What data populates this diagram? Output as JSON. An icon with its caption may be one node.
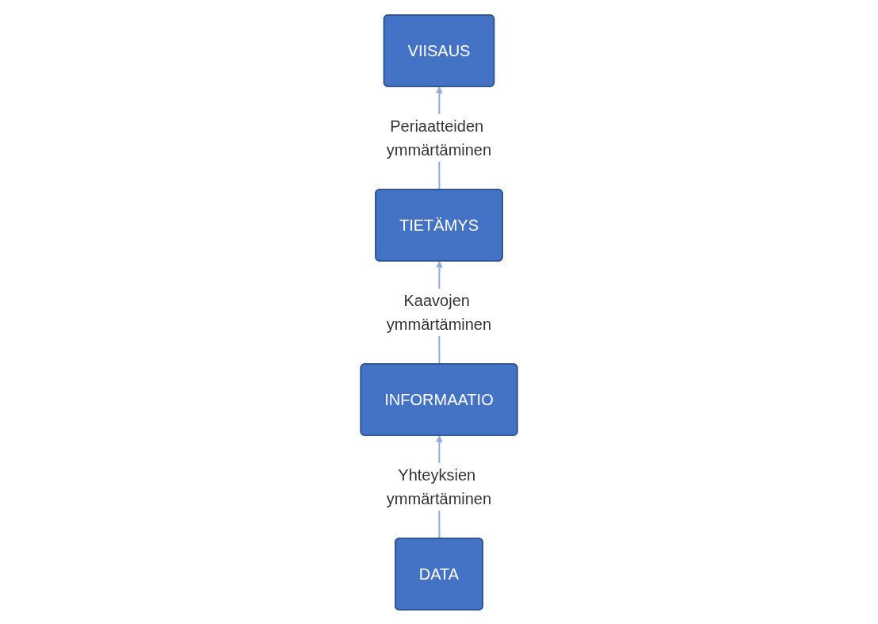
{
  "diagram": {
    "nodes": [
      {
        "text": [
          "DATA"
        ]
      },
      {
        "text": [
          "INFORMAATIO"
        ]
      },
      {
        "text": [
          "TIETÄMYS"
        ]
      },
      {
        "text": [
          "VIISAUS"
        ]
      }
    ],
    "edges": [
      {
        "from": 0,
        "to": 1,
        "arrow": "to",
        "label": "Yhteyksien ymmärtäminen"
      },
      {
        "from": 1,
        "to": 2,
        "arrow": "to",
        "label": "Kaavojen ymmärtäminen"
      },
      {
        "from": 2,
        "to": 3,
        "arrow": "to",
        "label": "Periaatteiden ymmärtäminen"
      }
    ]
  }
}
